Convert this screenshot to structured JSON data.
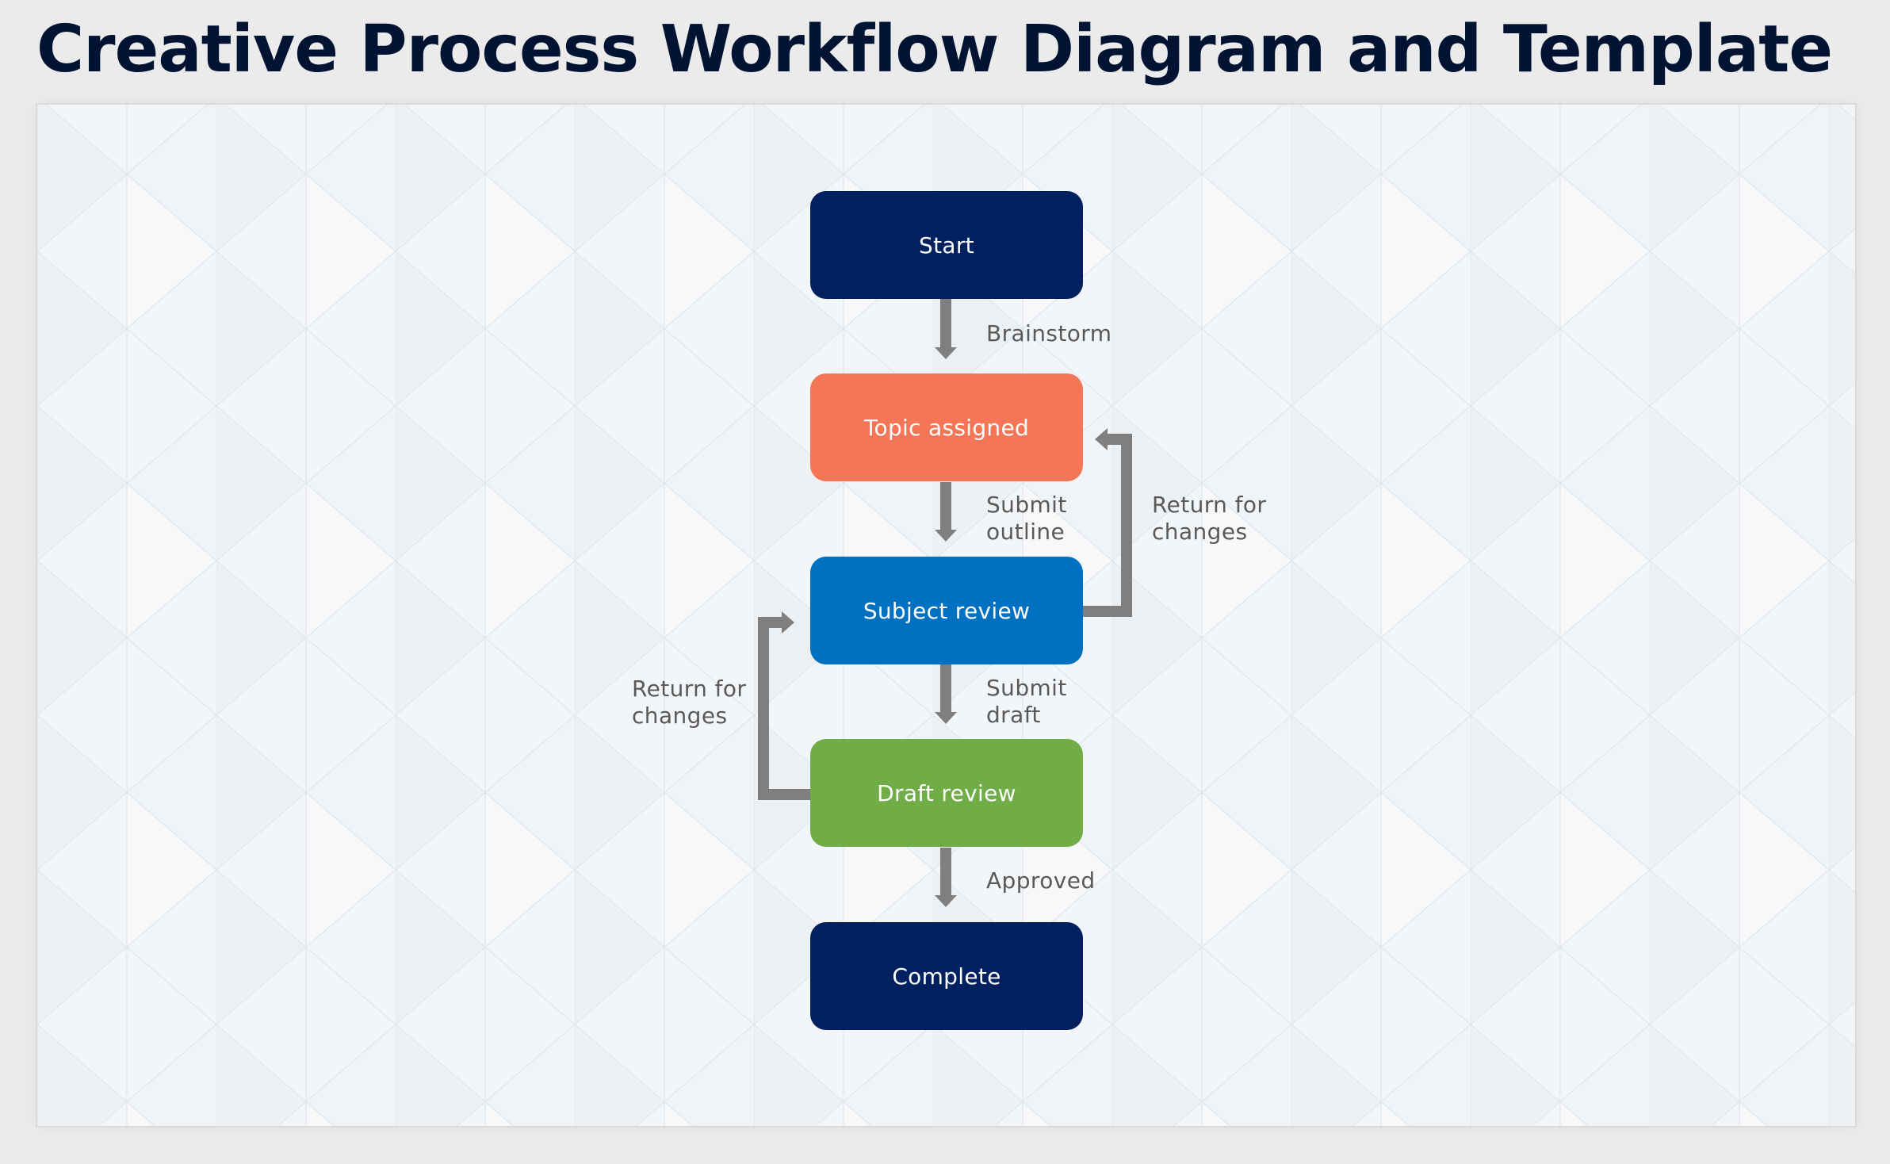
{
  "title": "Creative Process Workflow Diagram and Template",
  "colors": {
    "title": "#011333",
    "navy": "#002060",
    "orange": "#f47656",
    "blue": "#0070c0",
    "green": "#70ad47",
    "connector": "#7f7f7f",
    "label": "#595959"
  },
  "nodes": [
    {
      "id": "start",
      "label": "Start",
      "color": "#002060"
    },
    {
      "id": "topic-assigned",
      "label": "Topic assigned",
      "color": "#f47656"
    },
    {
      "id": "subject-review",
      "label": "Subject review",
      "color": "#0070c0"
    },
    {
      "id": "draft-review",
      "label": "Draft review",
      "color": "#70ad47"
    },
    {
      "id": "complete",
      "label": "Complete",
      "color": "#002060"
    }
  ],
  "edges": [
    {
      "from": "start",
      "to": "topic-assigned",
      "label_lines": [
        "Brainstorm"
      ]
    },
    {
      "from": "topic-assigned",
      "to": "subject-review",
      "label_lines": [
        "Submit",
        "outline"
      ]
    },
    {
      "from": "subject-review",
      "to": "draft-review",
      "label_lines": [
        "Submit",
        "draft"
      ]
    },
    {
      "from": "draft-review",
      "to": "complete",
      "label_lines": [
        "Approved"
      ]
    },
    {
      "from": "subject-review",
      "to": "topic-assigned",
      "label_lines": [
        "Return for",
        "changes"
      ],
      "type": "loop-right"
    },
    {
      "from": "draft-review",
      "to": "subject-review",
      "label_lines": [
        "Return for",
        "changes"
      ],
      "type": "loop-left"
    }
  ]
}
